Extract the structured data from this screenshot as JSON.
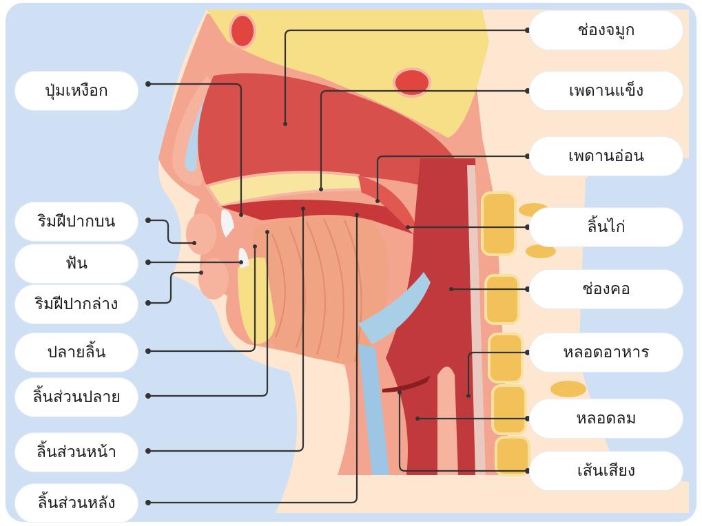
{
  "labels": {
    "nasal_cavity": "ช่องจมูก",
    "hard_palate": "เพดานแข็ง",
    "soft_palate": "เพดานอ่อน",
    "uvula": "ลิ้นไก่",
    "pharynx": "ช่องคอ",
    "esophagus": "หลอดอาหาร",
    "trachea": "หลอดลม",
    "vocal_cords": "เส้นเสียง",
    "alveolar_ridge": "ปุ่มเหงือก",
    "upper_lip": "ริมฝีปากบน",
    "teeth": "ฟัน",
    "lower_lip": "ริมฝีปากล่าง",
    "tongue_tip": "ปลายลิ้น",
    "tongue_blade": "ลิ้นส่วนปลาย",
    "tongue_front": "ลิ้นส่วนหน้า",
    "tongue_back": "ลิ้นส่วนหลัง"
  },
  "colors": {
    "background": "#cfe0f4",
    "skin": "#fde7d0",
    "tissue": "#f29a86",
    "cavity": "#c8383b",
    "bone": "#f7e08a",
    "leader_line": "#333333"
  }
}
